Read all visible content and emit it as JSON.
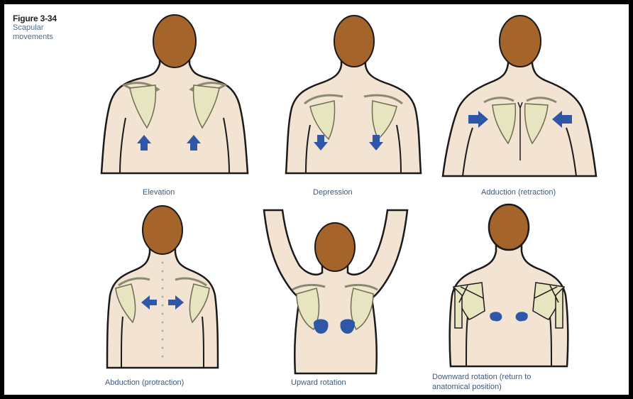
{
  "figure": {
    "number": "Figure 3-34",
    "title": "Scapular movements"
  },
  "colors": {
    "frame": "#000000",
    "background": "#ffffff",
    "skin": "#f3e3d3",
    "hair": "#a5642a",
    "scapula": "#e6e5bf",
    "arrow": "#2f57a8",
    "outline": "#1a1a1a",
    "label_text": "#3f5a7a"
  },
  "panels": [
    {
      "id": "elevation",
      "label": "Elevation",
      "arrow_direction": "up"
    },
    {
      "id": "depression",
      "label": "Depression",
      "arrow_direction": "down"
    },
    {
      "id": "adduction",
      "label": "Adduction (retraction)",
      "arrow_direction": "inward"
    },
    {
      "id": "abduction",
      "label": "Abduction (protraction)",
      "arrow_direction": "outward"
    },
    {
      "id": "upward-rotation",
      "label": "Upward rotation",
      "arrow_direction": "rotate-up"
    },
    {
      "id": "downward-rotation",
      "label": "Downward rotation (return to",
      "label_line2": "anatomical position)",
      "arrow_direction": "rotate-down"
    }
  ]
}
